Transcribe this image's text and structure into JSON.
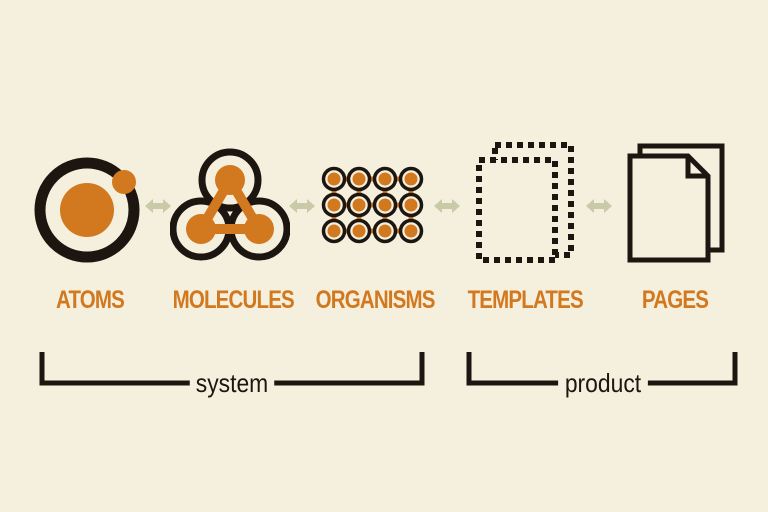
{
  "stages": [
    {
      "label": "ATOMS",
      "icon": "atom-icon"
    },
    {
      "label": "MOLECULES",
      "icon": "molecule-icon"
    },
    {
      "label": "ORGANISMS",
      "icon": "organism-icon"
    },
    {
      "label": "TEMPLATES",
      "icon": "template-icon"
    },
    {
      "label": "PAGES",
      "icon": "pages-icon"
    }
  ],
  "groups": [
    {
      "label": "system"
    },
    {
      "label": "product"
    }
  ],
  "colors": {
    "background": "#f5f0dd",
    "accent": "#d2781f",
    "ink": "#1d1510",
    "arrow": "#c9cba8"
  }
}
